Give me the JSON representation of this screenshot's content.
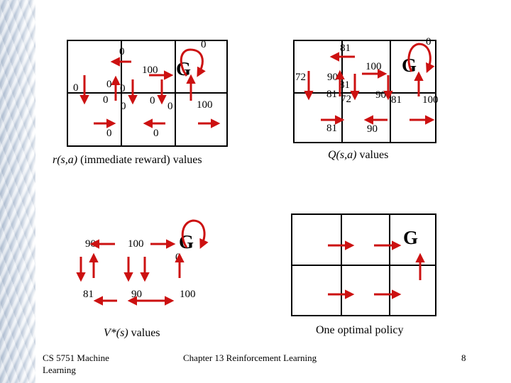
{
  "colors": {
    "arrow": "#cc1111",
    "grid": "#000000"
  },
  "panel_r": {
    "goal": "G",
    "labels": [
      "0",
      "0",
      "100",
      "0",
      "0",
      "0",
      "0",
      "0",
      "0",
      "0",
      "100",
      "0",
      "0"
    ],
    "caption_italic": "r(s,a)",
    "caption_rest": " (immediate reward) values"
  },
  "panel_q": {
    "goal": "G",
    "labels": [
      "81",
      "100",
      "0",
      "72",
      "90",
      "81",
      "81",
      "72",
      "90",
      "81",
      "100",
      "81",
      "90"
    ],
    "caption_italic": "Q(s,a)",
    "caption_rest": " values"
  },
  "panel_v": {
    "goal": "G",
    "labels": [
      "90",
      "100",
      "0",
      "81",
      "90",
      "100"
    ],
    "caption_italic": "V*(s)",
    "caption_rest": " values"
  },
  "panel_policy": {
    "goal": "G",
    "caption": "One optimal policy"
  },
  "footer": {
    "left": "CS 5751 Machine Learning",
    "center": "Chapter 13 Reinforcement Learning",
    "page": "8"
  }
}
